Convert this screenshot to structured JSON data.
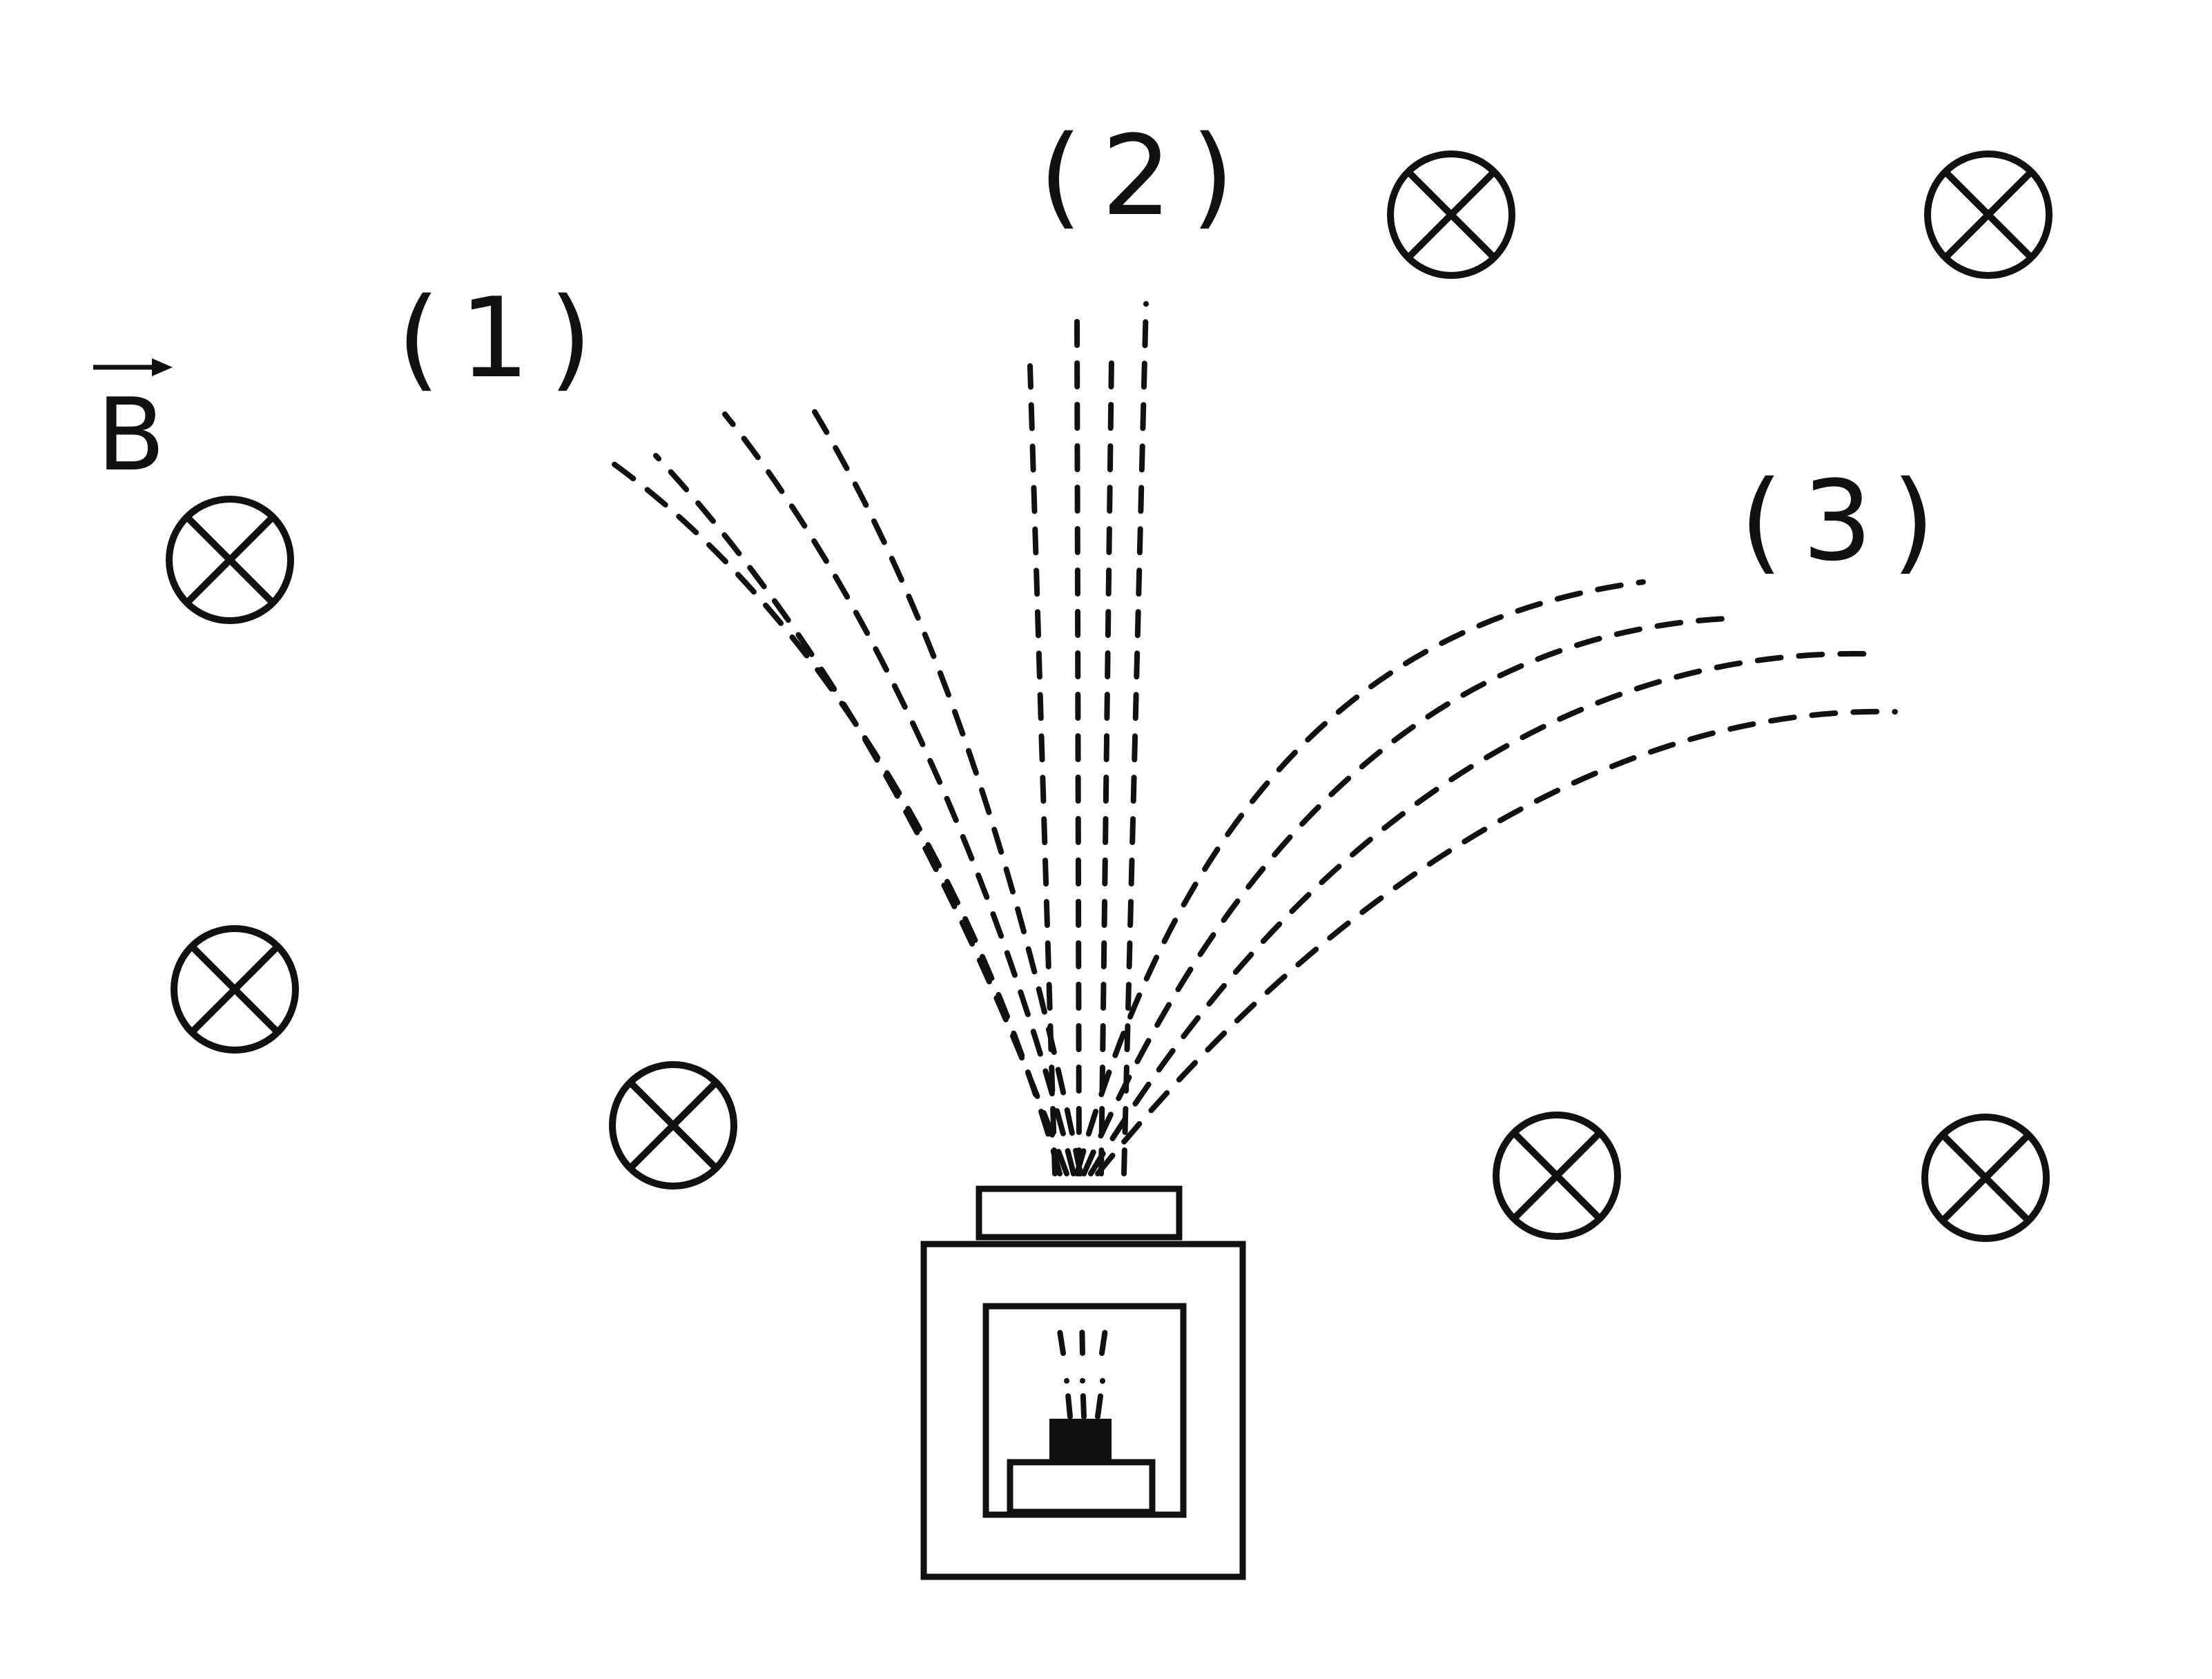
{
  "labels": {
    "field": "B",
    "beam1": "(1)",
    "beam2": "(2)",
    "beam3": "(3)"
  },
  "field_direction": "into-page",
  "colors": {
    "ink": "#111111",
    "background": "#ffffff"
  }
}
